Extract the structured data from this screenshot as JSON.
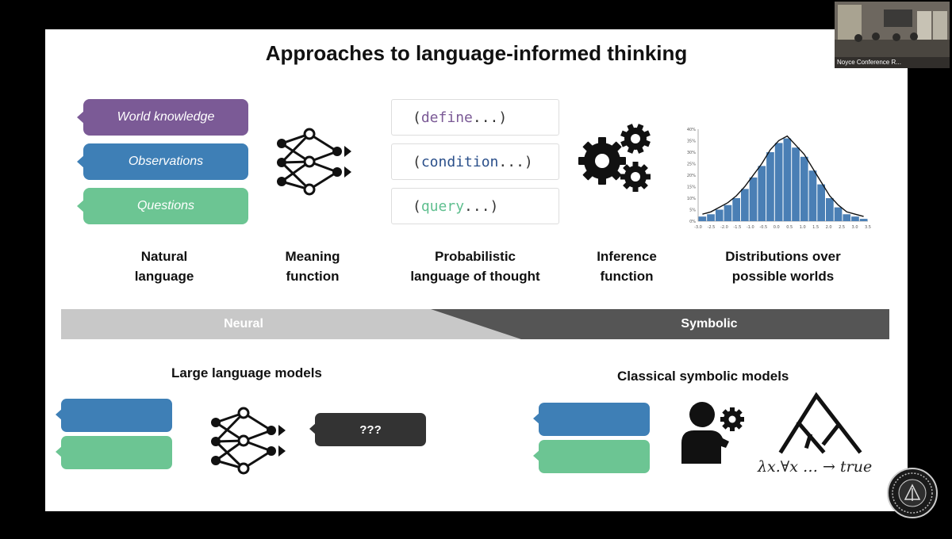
{
  "slide": {
    "title": "Approaches to language-informed thinking",
    "bubbles": [
      {
        "text": "World knowledge",
        "color": "#7b5a96"
      },
      {
        "text": "Observations",
        "color": "#3e7fb6"
      },
      {
        "text": "Questions",
        "color": "#6cc593"
      }
    ],
    "code_lines": [
      {
        "open": "(",
        "keyword": "define",
        "rest": " ...)",
        "keyword_color": "#7b5a96"
      },
      {
        "open": "(",
        "keyword": "condition",
        "rest": " ...)",
        "keyword_color": "#2a4f8a"
      },
      {
        "open": "(",
        "keyword": "query",
        "rest": " ...)",
        "keyword_color": "#5fbf8f"
      }
    ],
    "labels": {
      "natural_language": [
        "Natural",
        "language"
      ],
      "meaning_function": [
        "Meaning",
        "function"
      ],
      "plot": [
        "Probabilistic",
        "language of thought"
      ],
      "inference_function": [
        "Inference",
        "function"
      ],
      "distributions": [
        "Distributions over",
        "possible worlds"
      ]
    },
    "spectrum": {
      "neural": "Neural",
      "symbolic": "Symbolic"
    },
    "sections": {
      "llm": "Large language models",
      "classical": "Classical symbolic models"
    },
    "llm_output": "???",
    "formula": "λx.∀x … → true"
  },
  "chart_data": {
    "type": "bar",
    "values": [
      0.02,
      0.03,
      0.05,
      0.07,
      0.1,
      0.14,
      0.19,
      0.24,
      0.3,
      0.34,
      0.36,
      0.32,
      0.28,
      0.22,
      0.16,
      0.1,
      0.06,
      0.03,
      0.02,
      0.01
    ],
    "x_ticks": [
      "-3.0",
      "-2.5",
      "-2.0",
      "-1.5",
      "-1.0",
      "-0.5",
      "0.0",
      "0.5",
      "1.0",
      "1.5",
      "2.0",
      "2.5",
      "3.0",
      "3.5"
    ],
    "y_ticks": [
      "0%",
      "5%",
      "10%",
      "15%",
      "20%",
      "25%",
      "30%",
      "35%",
      "40%"
    ],
    "ylim": [
      0,
      0.4
    ],
    "bar_color": "#4a7fb5"
  },
  "thumbnail": {
    "caption": "Noyce Conference R..."
  }
}
